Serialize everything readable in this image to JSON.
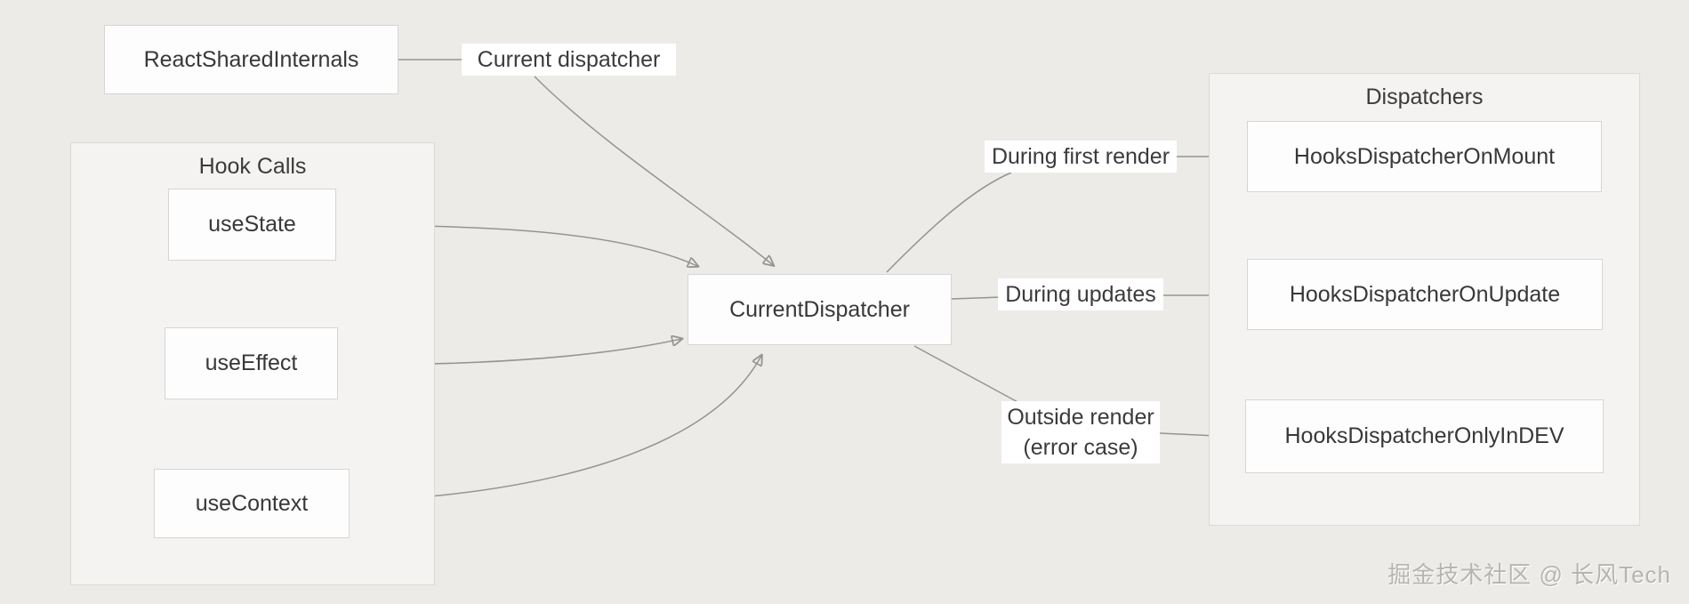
{
  "diagram": {
    "nodes": {
      "react_shared_internals": "ReactSharedInternals",
      "current_dispatcher": "CurrentDispatcher",
      "use_state": "useState",
      "use_effect": "useEffect",
      "use_context": "useContext",
      "on_mount": "HooksDispatcherOnMount",
      "on_update": "HooksDispatcherOnUpdate",
      "only_in_dev": "HooksDispatcherOnlyInDEV"
    },
    "groups": {
      "hook_calls_title": "Hook Calls",
      "dispatchers_title": "Dispatchers"
    },
    "edge_labels": {
      "current_dispatcher": "Current dispatcher",
      "during_first_render": "During first render",
      "during_updates": "During updates",
      "outside_render_line1": "Outside render",
      "outside_render_line2": "(error case)"
    },
    "watermark": "掘金技术社区 @ 长风Tech",
    "colors": {
      "background": "#edebe8",
      "group_fill": "#f4f3f1",
      "node_fill": "#fdfdfd",
      "border": "#d6d5d3",
      "line": "#949494",
      "text": "#3b3b3b",
      "watermark": "#b7b4b0"
    }
  }
}
